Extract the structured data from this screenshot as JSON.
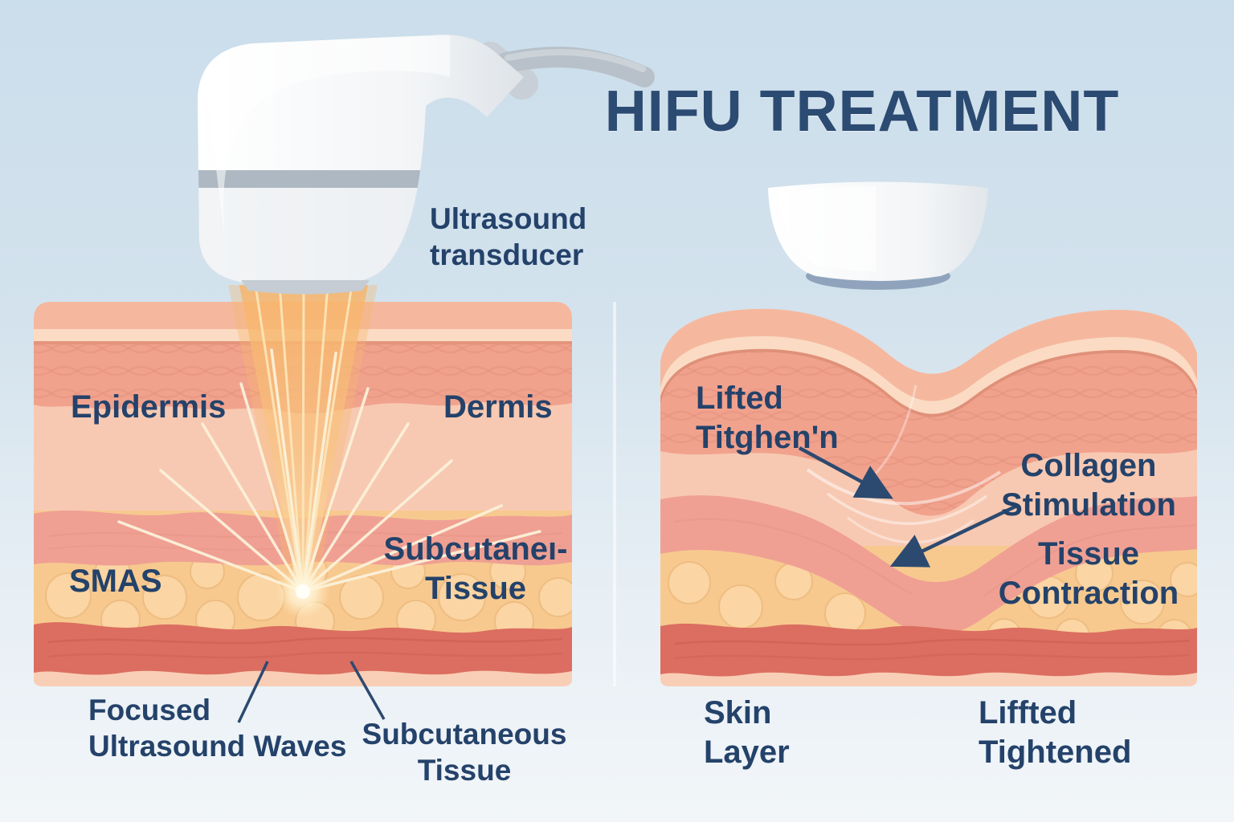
{
  "title": "HIFU TREATMENT",
  "palette": {
    "background_top": "#cbdeeb",
    "background_bottom": "#f2f6f9",
    "text_navy": "#24426a",
    "title_navy": "#2c4b72",
    "skin_surface": "#f5b89e",
    "epidermis_band": "#f1a28d",
    "dermis": "#f8c9b2",
    "smas_band": "#efa093",
    "fat_layer": "#f7c98f",
    "deep_layer_red": "#db6e60",
    "beam_orange": "#f7b266",
    "device_white": "#f6f7f9",
    "device_gray": "#aeb8c2",
    "cartridge_base": "#8fa4bc"
  },
  "left_panel": {
    "device_label": {
      "line1": "Ultrasound",
      "line2": "transducer"
    },
    "layers": {
      "epidermis": "Epidermis",
      "dermis": "Dermis",
      "smas": "SMAS",
      "subcutaneous": {
        "line1": "Subcutaneı-",
        "line2": "Tissue"
      }
    },
    "callouts": {
      "focused_waves": {
        "line1": "Focused",
        "line2": "Ultrasound Waves"
      },
      "subcutaneous": {
        "line1": "Subcutaneous",
        "line2": "Tissue"
      }
    }
  },
  "right_panel": {
    "callouts": {
      "lifted": {
        "line1": "Lifted",
        "line2": "Titghen'n"
      },
      "collagen": {
        "line1": "Collagen",
        "line2": "Stimulation"
      },
      "tissue": {
        "line1": "Tissue",
        "line2": "Contraction"
      },
      "skin": {
        "line1": "Skin",
        "line2": "Layer"
      },
      "tightened": {
        "line1": "Liffted",
        "line2": "Tightened"
      }
    }
  }
}
